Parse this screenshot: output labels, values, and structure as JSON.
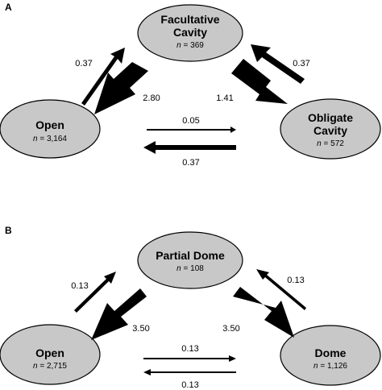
{
  "panels": [
    {
      "label": "A",
      "nodes": {
        "top": {
          "title_lines": [
            "Facultative",
            "Cavity"
          ],
          "n_prefix": "n",
          "n_value": " = 369"
        },
        "left": {
          "title_lines": [
            "Open"
          ],
          "n_prefix": "n",
          "n_value": " = 3,164"
        },
        "right": {
          "title_lines": [
            "Obligate",
            "Cavity"
          ],
          "n_prefix": "n",
          "n_value": " = 572"
        }
      },
      "edges": [
        {
          "id": "left-to-top",
          "label": "0.37",
          "value": 0.37
        },
        {
          "id": "top-to-left",
          "label": "2.80",
          "value": 2.8
        },
        {
          "id": "right-to-top",
          "label": "0.37",
          "value": 0.37
        },
        {
          "id": "top-to-right",
          "label": "1.41",
          "value": 1.41
        },
        {
          "id": "left-to-right",
          "label": "0.05",
          "value": 0.05
        },
        {
          "id": "right-to-left",
          "label": "0.37",
          "value": 0.37
        }
      ]
    },
    {
      "label": "B",
      "nodes": {
        "top": {
          "title_lines": [
            "Partial Dome"
          ],
          "n_prefix": "n",
          "n_value": " = 108"
        },
        "left": {
          "title_lines": [
            "Open"
          ],
          "n_prefix": "n",
          "n_value": " = 2,715"
        },
        "right": {
          "title_lines": [
            "Dome"
          ],
          "n_prefix": "n",
          "n_value": " = 1,126"
        }
      },
      "edges": [
        {
          "id": "left-to-top",
          "label": "0.13",
          "value": 0.13
        },
        {
          "id": "top-to-left",
          "label": "3.50",
          "value": 3.5
        },
        {
          "id": "right-to-top",
          "label": "0.13",
          "value": 0.13
        },
        {
          "id": "top-to-right",
          "label": "3.50",
          "value": 3.5
        },
        {
          "id": "left-to-right",
          "label": "0.13",
          "value": 0.13
        },
        {
          "id": "right-to-left",
          "label": "0.13",
          "value": 0.13
        }
      ]
    }
  ],
  "colors": {
    "node_fill": "#c8c8c8",
    "node_stroke": "#000000",
    "arrow": "#000000",
    "background": "#ffffff"
  }
}
